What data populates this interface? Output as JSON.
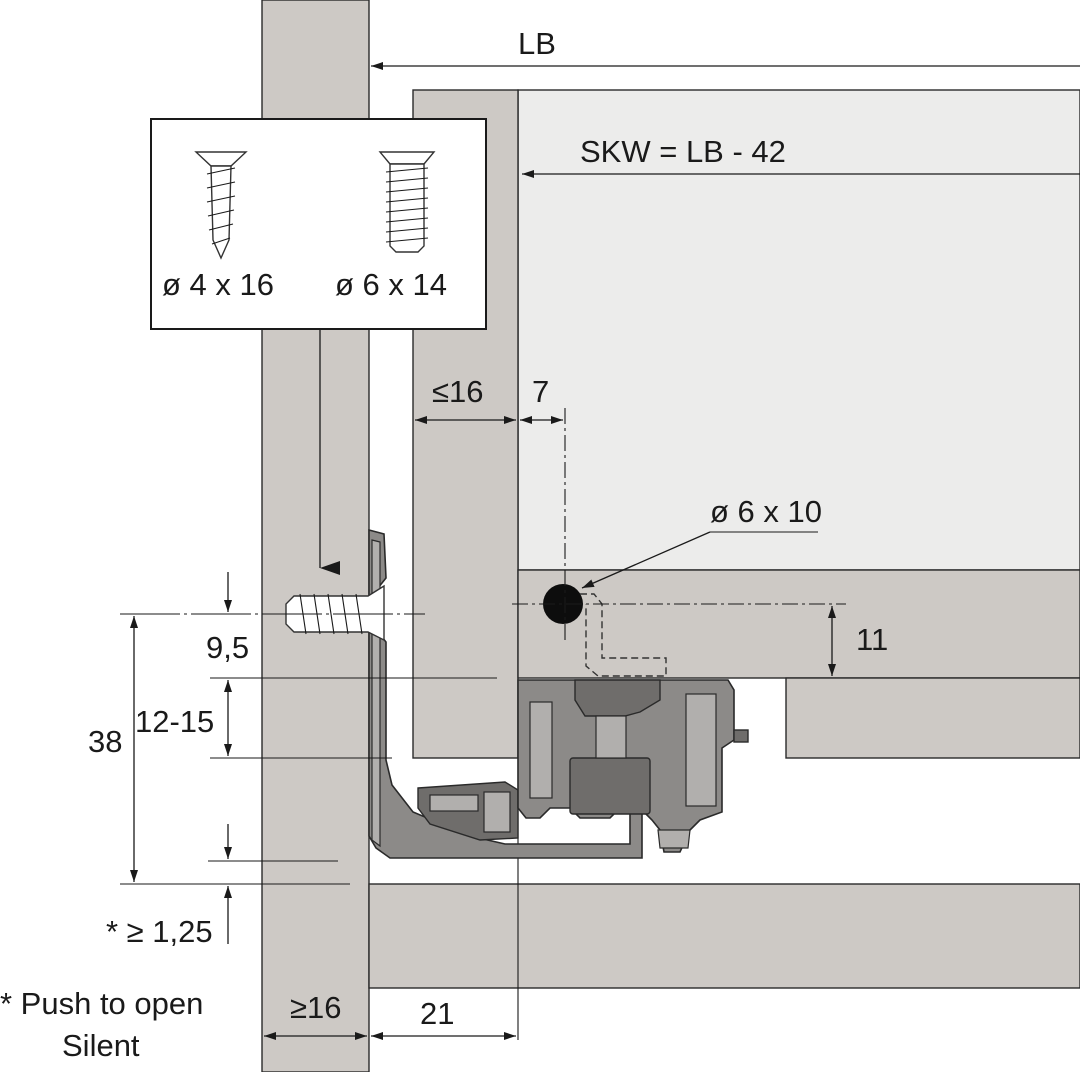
{
  "labels": {
    "lb": "LB",
    "skw": "SKW = LB - 42",
    "screw_a": "ø 4 x 16",
    "screw_b": "ø 6 x 14",
    "side_max": "≤16",
    "offset_7": "7",
    "dowel": "ø 6 x 10",
    "dim_11": "11",
    "dim_9_5": "9,5",
    "dim_12_15": "12-15",
    "dim_38": "38",
    "clearance": "* ≥ 1,25",
    "cabinet_min": "≥16",
    "dim_21": "21",
    "footnote_line1": "* Push to open",
    "footnote_line2": "Silent"
  },
  "colors": {
    "panel": "#cdc9c5",
    "drawer_front": "#ececeb",
    "metal": "#8c8a88",
    "outline": "#2a2a2a"
  }
}
